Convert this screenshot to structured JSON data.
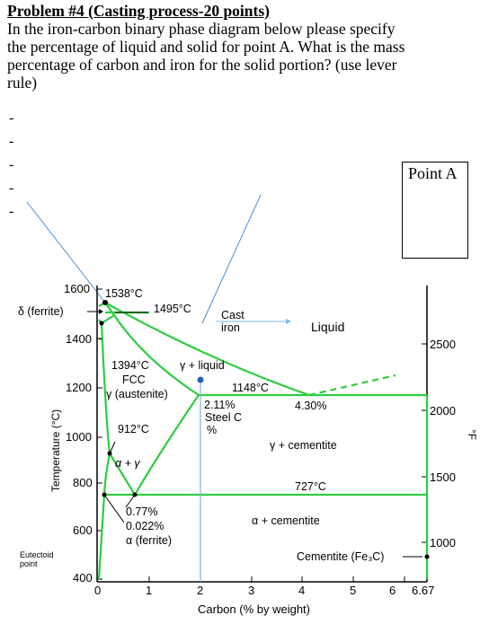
{
  "problem": {
    "title": "Problem #4 (Casting process-20 points)",
    "line1": "In the iron-carbon binary phase diagram below please specify",
    "line2": "the percentage of liquid and solid for point A. What is the mass",
    "line3": "percentage of carbon and iron for the solid portion? (use lever",
    "line4": "rule)"
  },
  "dashes": [
    "-",
    "-",
    "-",
    "-",
    "-"
  ],
  "point_box_label": "Point A",
  "diagram": {
    "y_axis_label": "Temperature (°C)",
    "x_axis_label": "Carbon (% by weight)",
    "right_axis_label": "°F",
    "c_ticks": [
      "1600",
      "1400",
      "1200",
      "1000",
      "800",
      "600",
      "400"
    ],
    "f_ticks": [
      "2500",
      "2000",
      "1500",
      "1000"
    ],
    "x_ticks": [
      "0",
      "1",
      "2",
      "3",
      "4",
      "5",
      "6",
      "6.67"
    ],
    "labels": {
      "t1538": "1538°C",
      "t1495": "1495°C",
      "delta": "δ (ferrite)",
      "cast_iron_1": "Cast",
      "cast_iron_2": "iron",
      "liquid": "Liquid",
      "t1394": "1394°C",
      "gamma_liquid": "γ + liquid",
      "fcc": "FCC",
      "austenite": "γ (austenite)",
      "t1148": "1148°C",
      "c211": "2.11%",
      "c430": "4.30%",
      "steel_1": "Steel C",
      "steel_2": "%",
      "t912": "912°C",
      "gamma_cementite": "γ + cementite",
      "alpha_gamma": "α + γ",
      "t727": "727°C",
      "c077": "0.77%",
      "c0022": "0.022%",
      "alpha_ferrite": "α (ferrite)",
      "alpha_cementite": "α + cementite",
      "cementite": "Cementite (Fe₃C)",
      "eutectoid_1": "Eutectoid",
      "eutectoid_2": "point"
    }
  },
  "colors": {
    "phase_line": "#2ecc40",
    "annotation_blue": "#4a90d9",
    "axis": "#000000"
  }
}
